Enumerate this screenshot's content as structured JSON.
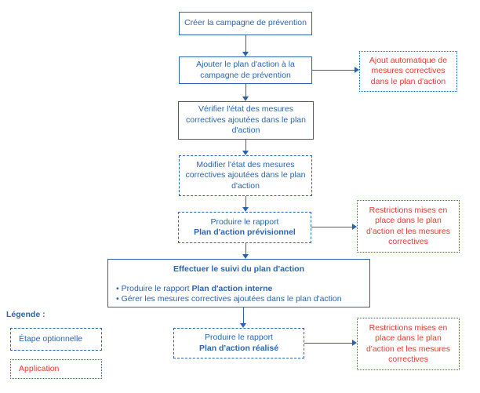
{
  "colors": {
    "blue": "#2A64AF",
    "red": "#F5352B",
    "bg": "#FFFFFF"
  },
  "flow": {
    "step1": {
      "text": "Créer la campagne de prévention"
    },
    "step2": {
      "text": "Ajouter le plan d'action à la campagne de prévention"
    },
    "step3": {
      "text": "Vérifier l'état des mesures correctives ajoutées dans le plan d'action"
    },
    "step4": {
      "text": "Modifier l'état des mesures correctives ajoutées dans le plan d'action"
    },
    "step5": {
      "line1": "Produire le rapport",
      "line2": "Plan d'action prévisionnel"
    },
    "suivi": {
      "title": "Effectuer le suivi du plan d'action",
      "bullet_char": "•",
      "bullet1_prefix": "Produire le rapport ",
      "bullet1_bold": "Plan d'action interne",
      "bullet2": "Gérer les mesures correctives ajoutées dans le plan d'action"
    },
    "step6": {
      "line1": "Produire le rapport",
      "line2": "Plan d'action réalisé"
    }
  },
  "applications": {
    "app1": "Ajout automatique de mesures correctives dans le plan d'action",
    "app2": "Restrictions mises en place dans le plan d'action et les mesures correctives",
    "app3": "Restrictions mises en place dans le plan d'action et les mesures correctives"
  },
  "legend": {
    "title": "Légende :",
    "optional": "Étape optionnelle",
    "application": "Application"
  }
}
